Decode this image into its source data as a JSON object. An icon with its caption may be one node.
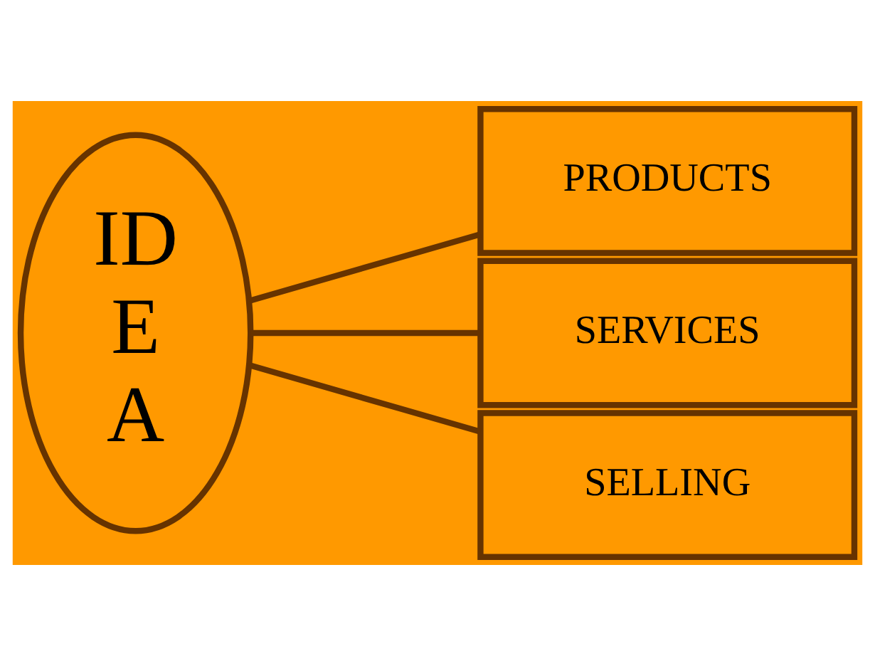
{
  "diagram": {
    "nodes": [
      {
        "text": [
          "ID E A"
        ]
      },
      {
        "text": [
          "PRODUCTS"
        ]
      },
      {
        "text": [
          "SERVICES"
        ]
      },
      {
        "text": [
          "SELLING"
        ]
      }
    ],
    "edges": [
      {
        "from": 0,
        "to": 1,
        "arrow": "none"
      },
      {
        "from": 0,
        "to": 2,
        "arrow": "none"
      },
      {
        "from": 0,
        "to": 3,
        "arrow": "none"
      }
    ]
  }
}
